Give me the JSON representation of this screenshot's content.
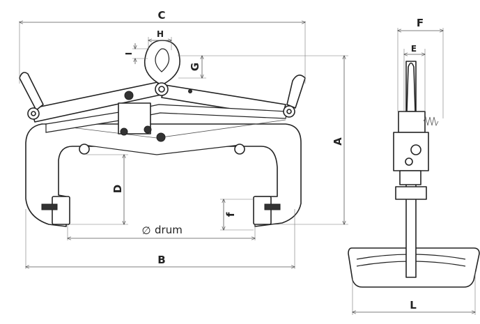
{
  "dimension_labels": {
    "a": "A",
    "b": "B",
    "c": "C",
    "d": "D",
    "e": "E",
    "f_upper": "F",
    "f_lower": "f",
    "g": "G",
    "h": "H",
    "i": "I",
    "l": "L",
    "drum_symbol": "∅",
    "drum": "drum"
  },
  "colors": {
    "line": "#222222",
    "dimension": "#555555",
    "background": "#ffffff"
  }
}
